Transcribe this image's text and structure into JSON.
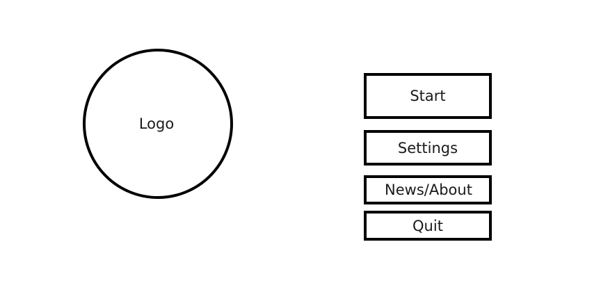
{
  "logo": {
    "label": "Logo"
  },
  "menu": {
    "start_label": "Start",
    "settings_label": "Settings",
    "news_about_label": "News/About",
    "quit_label": "Quit"
  },
  "colors": {
    "stroke": "#000000",
    "background": "#ffffff",
    "text": "#1a1a1a"
  }
}
